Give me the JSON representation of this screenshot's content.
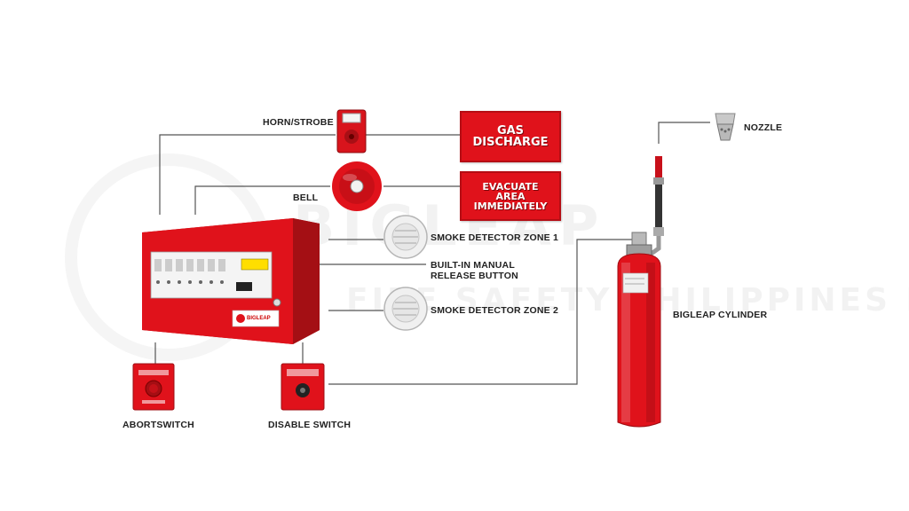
{
  "watermark": {
    "line1": "BIGLEAP",
    "line2": "FIRE SAFETY PHILIPPINES INC."
  },
  "labels": {
    "horn_strobe": "HORN/STROBE",
    "bell": "BELL",
    "smoke_zone_1": "SMOKE DETECTOR ZONE 1",
    "manual_release_line1": "BUILT-IN MANUAL",
    "manual_release_line2": "RELEASE BUTTON",
    "smoke_zone_2": "SMOKE DETECTOR ZONE 2",
    "abort_switch": "ABORTSWITCH",
    "disable_switch": "DISABLE SWITCH",
    "nozzle": "NOZZLE",
    "cylinder": "BIGLEAP CYLINDER"
  },
  "signs": {
    "gas_discharge": "GAS\nDISCHARGE",
    "evacuate": "EVACUATE\nAREA\nIMMEDIATELY"
  },
  "panel": {
    "brand": "BIGLEAP"
  },
  "colors": {
    "red": "#e0121b",
    "dark_red": "#a40f14",
    "line": "#555555"
  }
}
